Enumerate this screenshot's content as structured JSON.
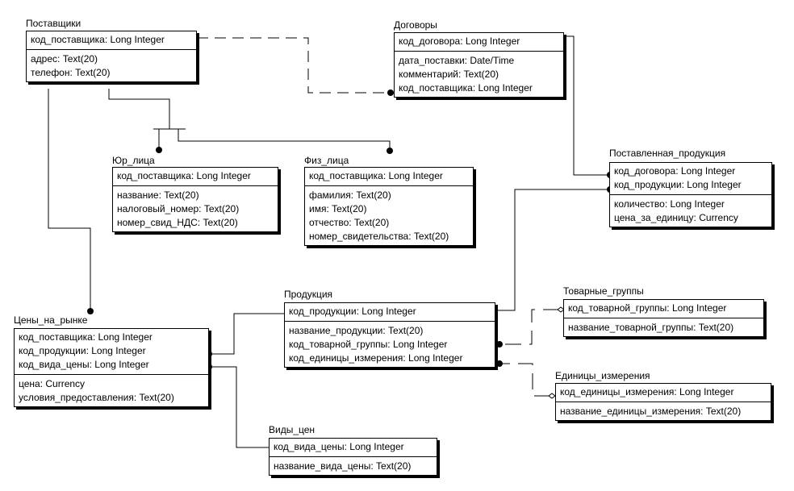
{
  "entities": {
    "suppliers": {
      "title": "Поставщики",
      "key": [
        "код_поставщика: Long Integer"
      ],
      "attrs": [
        "адрес: Text(20)",
        "телефон: Text(20)"
      ]
    },
    "contracts": {
      "title": "Договоры",
      "key": [
        "код_договора: Long Integer"
      ],
      "attrs": [
        "дата_поставки: Date/Time",
        "комментарий: Text(20)",
        "код_поставщика: Long Integer"
      ]
    },
    "legal": {
      "title": "Юр_лица",
      "key": [
        "код_поставщика: Long Integer"
      ],
      "attrs": [
        "название: Text(20)",
        "налоговый_номер: Text(20)",
        "номер_свид_НДС: Text(20)"
      ]
    },
    "persons": {
      "title": "Физ_лица",
      "key": [
        "код_поставщика: Long Integer"
      ],
      "attrs": [
        "фамилия: Text(20)",
        "имя: Text(20)",
        "отчество: Text(20)",
        "номер_свидетельства: Text(20)"
      ]
    },
    "supplied": {
      "title": "Поставленная_продукция",
      "key": [
        "код_договора: Long Integer",
        "код_продукции: Long Integer"
      ],
      "attrs": [
        "количество: Long Integer",
        "цена_за_единицу: Currency"
      ]
    },
    "products": {
      "title": "Продукция",
      "key": [
        "код_продукции: Long Integer"
      ],
      "attrs": [
        "название_продукции: Text(20)",
        "код_товарной_группы: Long Integer",
        "код_единицы_измерения: Long Integer"
      ]
    },
    "groups": {
      "title": "Товарные_группы",
      "key": [
        "код_товарной_группы: Long Integer"
      ],
      "attrs": [
        "название_товарной_группы: Text(20)"
      ]
    },
    "units": {
      "title": "Единицы_измерения",
      "key": [
        "код_единицы_измерения: Long Integer"
      ],
      "attrs": [
        "название_единицы_измерения: Text(20)"
      ]
    },
    "prices": {
      "title": "Цены_на_рынке",
      "key": [
        "код_поставщика: Long Integer",
        "код_продукции: Long Integer",
        "код_вида_цены: Long Integer"
      ],
      "attrs": [
        "цена: Currency",
        "условия_предоставления: Text(20)"
      ]
    },
    "pricetypes": {
      "title": "Виды_цен",
      "key": [
        "код_вида_цены: Long Integer"
      ],
      "attrs": [
        "название_вида_цены: Text(20)"
      ]
    }
  }
}
